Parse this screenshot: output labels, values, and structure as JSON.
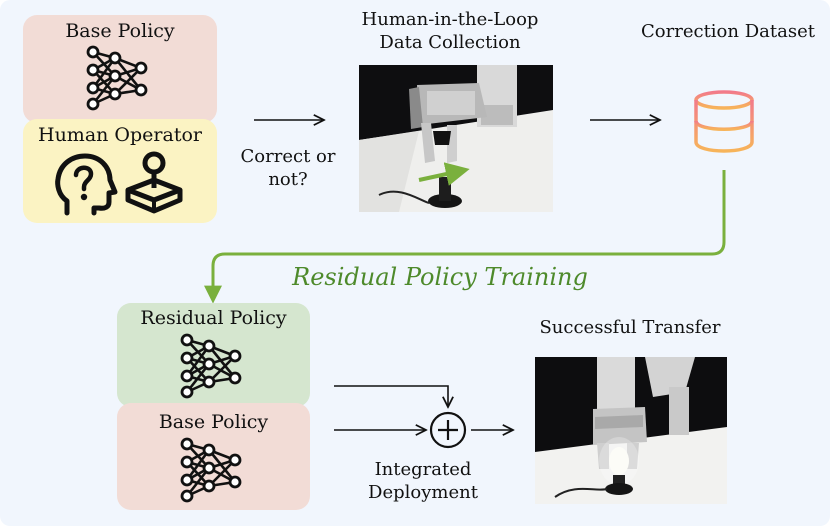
{
  "top": {
    "base_policy": "Base Policy",
    "human_operator": "Human Operator",
    "decision": "Correct or not?",
    "hitl_title": "Human-in-the-Loop Data Collection",
    "dataset_title": "Correction Dataset"
  },
  "training_label": "Residual Policy Training",
  "bottom": {
    "residual_policy": "Residual Policy",
    "base_policy": "Base Policy",
    "integrated": "Integrated Deployment",
    "transfer_title": "Successful Transfer"
  },
  "colors": {
    "base_policy_bg": "#f2dcd6",
    "human_operator_bg": "#fbf3c3",
    "residual_policy_bg": "#d5e6cf",
    "green_arrow": "#7ab03d",
    "database_gradient_top": "#f27a8a",
    "database_gradient_bottom": "#f7b45a"
  },
  "icons": [
    "neural-network-icon",
    "head-question-icon",
    "joystick-icon",
    "database-icon",
    "plus-circle-icon"
  ]
}
